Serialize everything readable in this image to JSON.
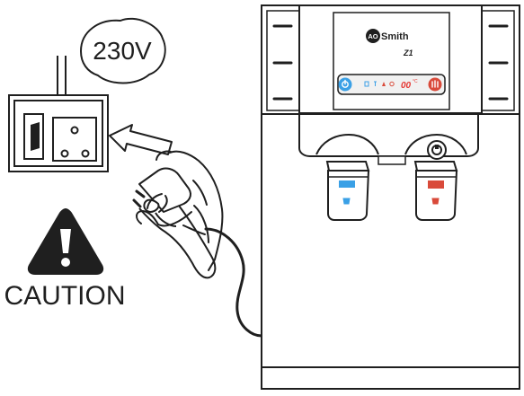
{
  "voltage_label": "230V",
  "caution_label": "CAUTION",
  "brand": {
    "logo_mark": "AO",
    "name": "Smith",
    "model": "Z1"
  },
  "panel": {
    "temperature_display": "00",
    "temperature_unit": "°C"
  },
  "icons": {
    "left_power_button": "power-icon",
    "right_hot_button": "hot-water-icon",
    "caution_symbol": "exclamation-icon",
    "left_tap_symbol": "cold-water-cup-icon",
    "right_tap_symbol": "hot-water-cup-icon"
  },
  "colors": {
    "outline": "#1f1f1f",
    "caution_fill": "#1f1f1f",
    "caution_mark": "#ffffff",
    "power_blue": "#3aa0e6",
    "hot_red": "#d94a3a",
    "display_red": "#e53935",
    "panel_grey": "#f1f1f1"
  }
}
